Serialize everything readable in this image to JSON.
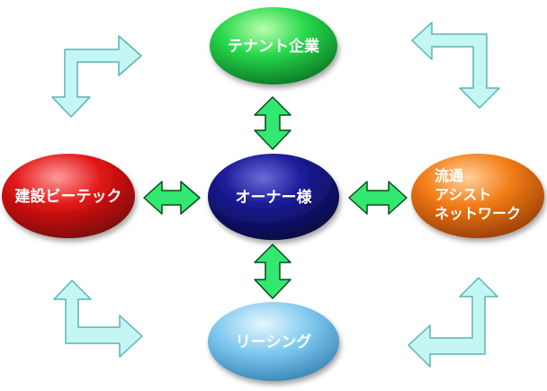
{
  "nodes": {
    "tenant": {
      "label": "テナント企業",
      "color": "#22c44a"
    },
    "owner": {
      "label": "オーナー様",
      "color": "#15156e"
    },
    "builder": {
      "label": "建設ビーテック",
      "color": "#d40f12"
    },
    "distribution": {
      "lines": [
        "流通",
        "アシスト",
        "ネットワーク"
      ],
      "color": "#e86a10"
    },
    "leasing": {
      "label": "リーシング",
      "color": "#78c4ec"
    }
  },
  "colors": {
    "connector_fill": "#33e870",
    "connector_stroke": "#0a4a1a",
    "cycle_arrow_fill": "#c4f6f4",
    "cycle_arrow_stroke": "#5cb4b4"
  }
}
